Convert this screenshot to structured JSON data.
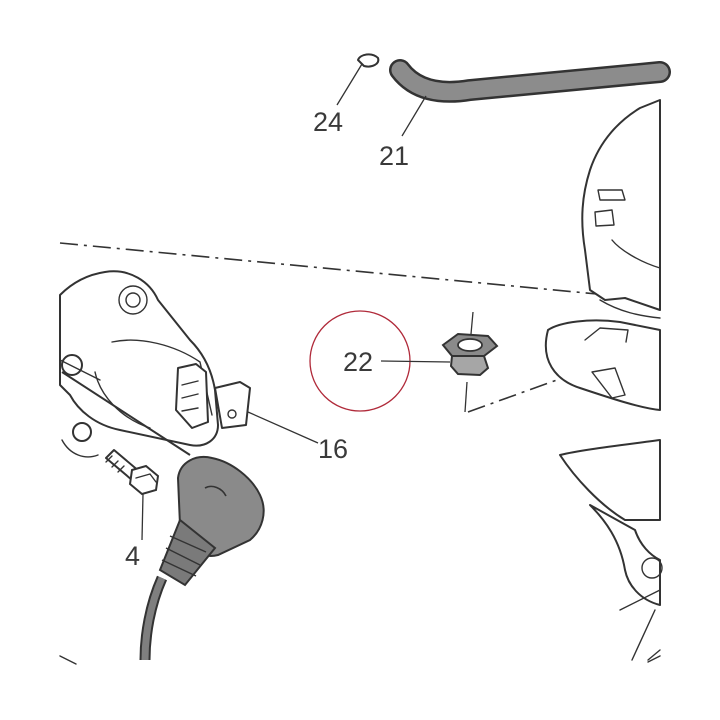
{
  "diagram": {
    "highlight_color": "#b02a3a",
    "labels": {
      "p24": "24",
      "p21": "21",
      "p22": "22",
      "p16": "16",
      "p4": "4"
    }
  }
}
